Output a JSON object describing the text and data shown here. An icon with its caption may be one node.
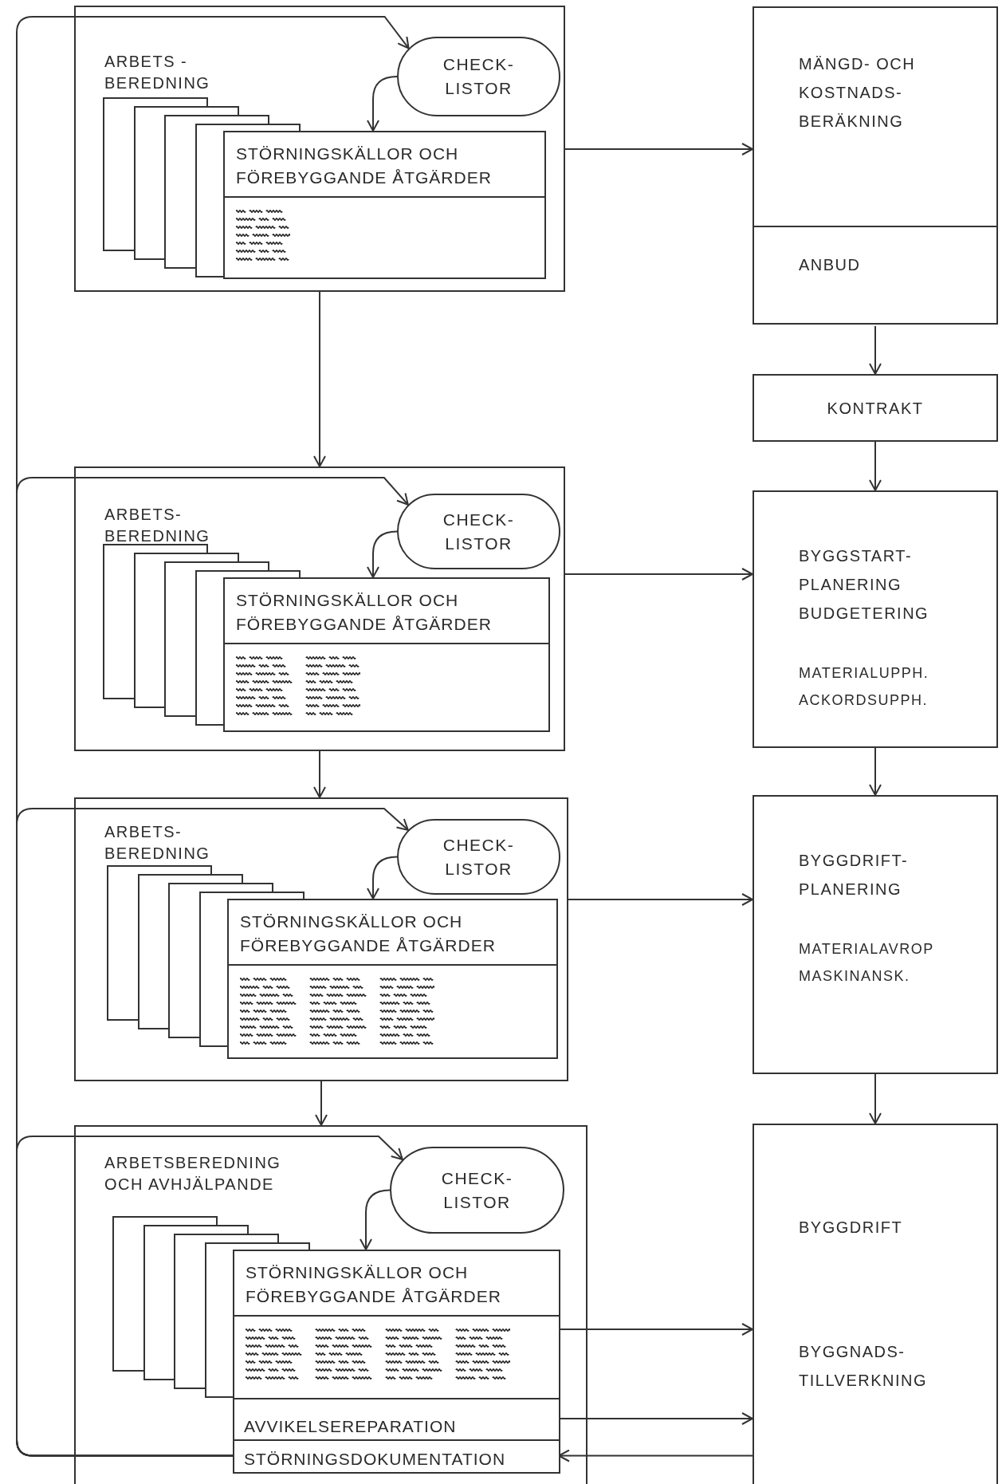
{
  "diagram": {
    "nodes": [
      {
        "text": [
          "ARBETS - BEREDNING"
        ]
      },
      {
        "text": [
          "CHECK- LISTOR"
        ],
        "in": 0
      },
      {
        "text": [
          "STÖRNINGSKÄLLOR OCH FÖREBYGGANDE ÅTGÄRDER"
        ],
        "in": 0
      },
      {
        "text": [
          "ARBETS- BEREDNING"
        ]
      },
      {
        "text": [
          "CHECK- LISTOR"
        ],
        "in": 3
      },
      {
        "text": [
          "STÖRNINGSKÄLLOR OCH FÖREBYGGANDE ÅTGÄRDER"
        ],
        "in": 3
      },
      {
        "text": [
          "ARBETS- BEREDNING"
        ]
      },
      {
        "text": [
          "CHECK- LISTOR"
        ],
        "in": 6
      },
      {
        "text": [
          "STÖRNINGSKÄLLOR OCH FÖREBYGGANDE ÅTGÄRDER"
        ],
        "in": 6
      },
      {
        "text": [
          "ARBETSBEREDNING OCH AVHJÄLPANDE"
        ]
      },
      {
        "text": [
          "CHECK- LISTOR"
        ],
        "in": 9
      },
      {
        "text": [
          "STÖRNINGSKÄLLOR OCH FÖREBYGGANDE ÅTGÄRDER"
        ],
        "in": 9
      },
      {
        "text": [
          "AVVIKELSEREPARATION"
        ],
        "in": 11
      },
      {
        "text": [
          "STÖRNINGSDOKUMENTATION"
        ],
        "in": 11
      },
      {
        "text": [
          "MÄNGD- OCH KOSTNADS- BERÄKNING"
        ]
      },
      {
        "text": [
          "ANBUD"
        ],
        "in": 14
      },
      {
        "text": [
          "KONTRAKT"
        ]
      },
      {
        "text": [
          "BYGGSTART- PLANERING BUDGETERING",
          "MATERIALUPPH. ACKORDSUPPH."
        ]
      },
      {
        "text": [
          "BYGGDRIFT- PLANERING",
          "MATERIALAVROP MASKINANSK."
        ]
      },
      {
        "text": [
          "BYGGDRIFT",
          "BYGGNADS- TILLVERKNING"
        ]
      }
    ],
    "edges": [
      {
        "from": 0,
        "to": 14,
        "arrow": "to"
      },
      {
        "from": 15,
        "to": 16,
        "arrow": "to"
      },
      {
        "from": 16,
        "to": 17,
        "arrow": "to"
      },
      {
        "from": 0,
        "to": 3,
        "arrow": "to"
      },
      {
        "from": 17,
        "to": 18,
        "arrow": "to"
      },
      {
        "from": 3,
        "to": 17,
        "arrow": "to"
      },
      {
        "from": 3,
        "to": 6,
        "arrow": "to"
      },
      {
        "from": 18,
        "to": 19,
        "arrow": "to"
      },
      {
        "from": 6,
        "to": 18,
        "arrow": "to"
      },
      {
        "from": 6,
        "to": 9,
        "arrow": "to"
      },
      {
        "from": 11,
        "to": 19,
        "arrow": "to"
      },
      {
        "from": 12,
        "to": 19,
        "arrow": "to"
      },
      {
        "from": 19,
        "to": 13,
        "arrow": "to"
      },
      {
        "from": 1,
        "to": 2,
        "arrow": "to"
      },
      {
        "from": 4,
        "to": 5,
        "arrow": "to"
      },
      {
        "from": 7,
        "to": 8,
        "arrow": "to"
      },
      {
        "from": 10,
        "to": 11,
        "arrow": "to"
      },
      {
        "from": 13,
        "to": 1,
        "arrow": "to"
      },
      {
        "from": 13,
        "to": 4,
        "arrow": "to"
      },
      {
        "from": 13,
        "to": 7,
        "arrow": "to"
      },
      {
        "from": 13,
        "to": 10,
        "arrow": "to"
      }
    ]
  }
}
